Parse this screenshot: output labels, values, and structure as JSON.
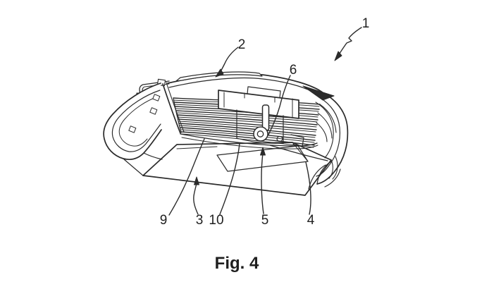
{
  "figure": {
    "caption": "Fig. 4",
    "colors": {
      "line": "#2b2b2b",
      "background": "#ffffff",
      "label_text": "#1f1f1f"
    }
  },
  "labels": [
    {
      "text": "1"
    },
    {
      "text": "2"
    },
    {
      "text": "6"
    },
    {
      "text": "9"
    },
    {
      "text": "3"
    },
    {
      "text": "10"
    },
    {
      "text": "5"
    },
    {
      "text": "4"
    }
  ]
}
